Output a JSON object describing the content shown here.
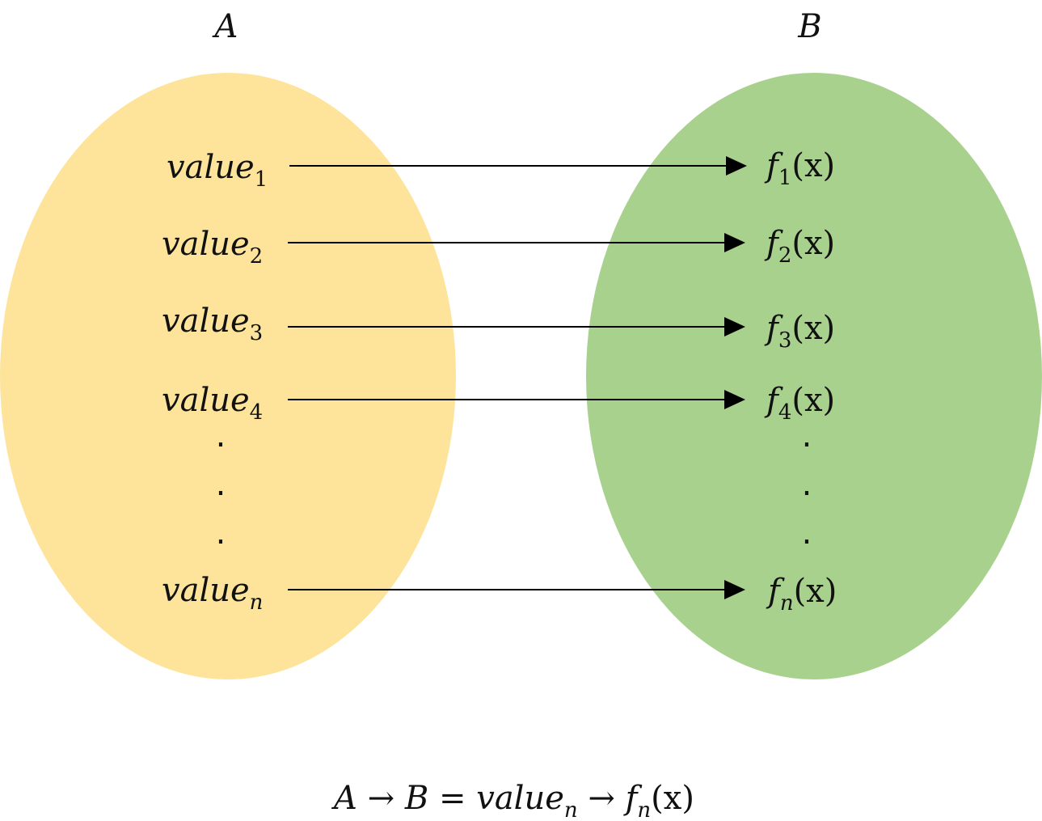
{
  "set_a": {
    "label": "A",
    "fill": "#FDE49A",
    "items": [
      {
        "base": "value",
        "sub": "1",
        "sub_italic": false
      },
      {
        "base": "value",
        "sub": "2",
        "sub_italic": false
      },
      {
        "base": "value",
        "sub": "3",
        "sub_italic": false
      },
      {
        "base": "value",
        "sub": "4",
        "sub_italic": false
      },
      {
        "base": "value",
        "sub": "n",
        "sub_italic": true
      }
    ],
    "ellipsis_dots": [
      ".",
      ".",
      "."
    ]
  },
  "set_b": {
    "label": "B",
    "fill": "#A9D18E",
    "items": [
      {
        "base": "f",
        "sub": "1",
        "sub_italic": false,
        "arg": "(x)"
      },
      {
        "base": "f",
        "sub": "2",
        "sub_italic": false,
        "arg": "(x)"
      },
      {
        "base": "f",
        "sub": "3",
        "sub_italic": false,
        "arg": "(x)"
      },
      {
        "base": "f",
        "sub": "4",
        "sub_italic": false,
        "arg": "(x)"
      },
      {
        "base": "f",
        "sub": "n",
        "sub_italic": true,
        "arg": "(x)"
      }
    ],
    "ellipsis_dots": [
      ".",
      ".",
      "."
    ]
  },
  "arrow_color": "#000000",
  "formula": {
    "lhs_a": "A",
    "arrow1": "→",
    "lhs_b": "B",
    "equals": "=",
    "value_base": "value",
    "value_sub": "n",
    "arrow2": "→",
    "f_base": "f",
    "f_sub": "n",
    "f_arg": "(x)"
  }
}
